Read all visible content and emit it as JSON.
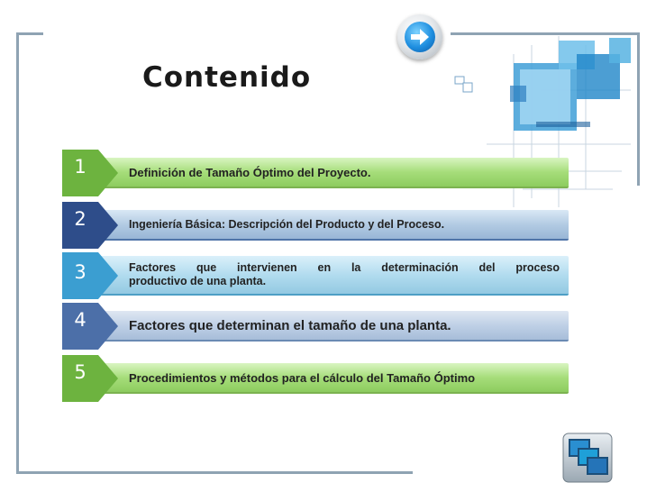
{
  "slide": {
    "title": "Contenido",
    "items": [
      {
        "number": "1",
        "text": "Definición de Tamaño Óptimo del Proyecto.",
        "color": "#6db33f"
      },
      {
        "number": "2",
        "text": "Ingeniería Básica: Descripción del Producto y del Proceso.",
        "color": "#2e4d8a"
      },
      {
        "number": "3",
        "text_line1": "Factores que intervienen en la determinación del proceso",
        "text_line2": "productivo de una planta.",
        "color": "#3b9ed1"
      },
      {
        "number": "4",
        "text": "Factores que determinan el tamaño de una planta.",
        "color": "#4c6fa8"
      },
      {
        "number": "5",
        "text": "Procedimientos y métodos para el cálculo del Tamaño Óptimo",
        "color": "#6db33f"
      }
    ],
    "icons": {
      "nav": "arrow-right-icon",
      "corner": "windows-stack-icon",
      "decoration": "glass-cubes-decoration"
    }
  }
}
